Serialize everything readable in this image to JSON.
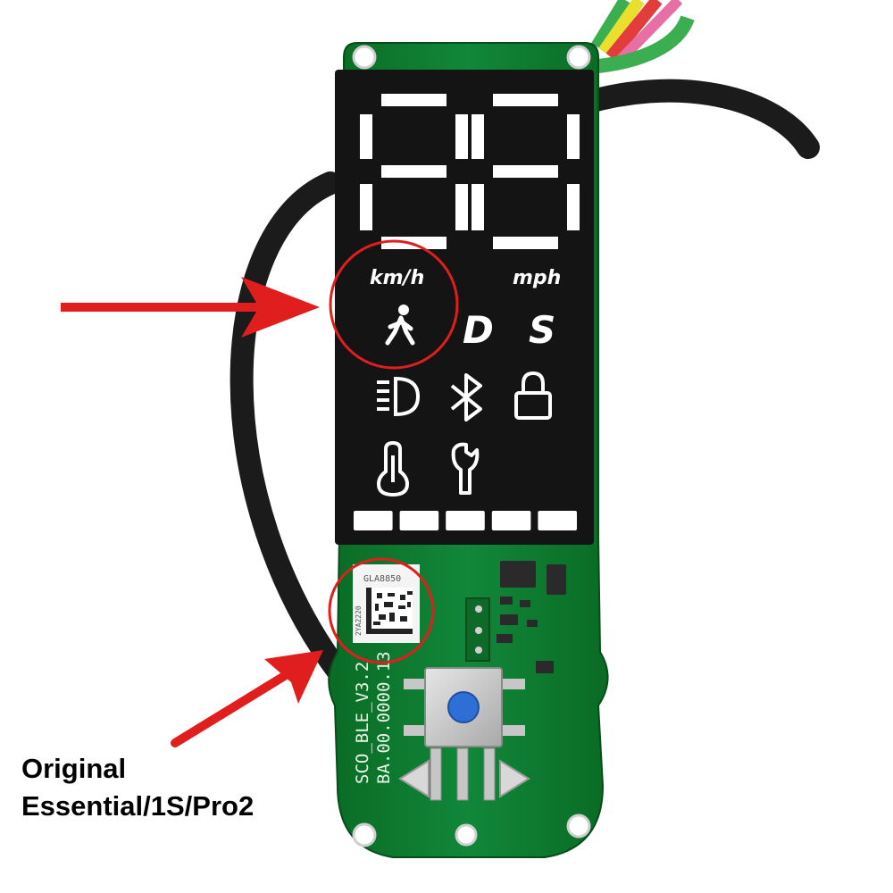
{
  "display": {
    "speed_digits": "88",
    "unit_kmh": "km/h",
    "unit_mph": "mph",
    "mode_drive": "D",
    "mode_sport": "S",
    "indicators": [
      "walk-mode-icon",
      "headlight-icon",
      "bluetooth-icon",
      "lock-icon",
      "temperature-icon",
      "wrench-icon"
    ],
    "battery_segments": 5,
    "battery_level": 1.0
  },
  "board": {
    "model_line_1": "SCO_BLE_V3.2",
    "model_line_2": "BA.00.0000.13",
    "label_top": "GLA8850",
    "label_side": "2YA2220"
  },
  "caption": {
    "line_1": "Original",
    "line_2": "Essential/1S/Pro2"
  },
  "colors": {
    "pcb_green": "#0d7a2c",
    "display_black": "#141414",
    "segment_white": "#ffffff",
    "annotation_red": "#e01e1e",
    "button_blue": "#2d6fd6",
    "cable_black": "#1b1b1b"
  }
}
